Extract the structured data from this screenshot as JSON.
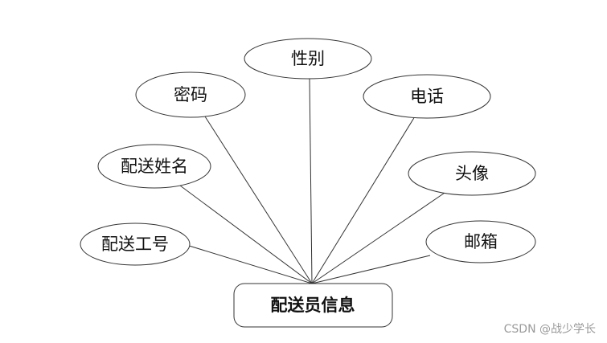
{
  "entity": {
    "label": "配送员信息"
  },
  "attributes": [
    {
      "id": "xingbie",
      "label": "性别"
    },
    {
      "id": "mima",
      "label": "密码"
    },
    {
      "id": "dianhua",
      "label": "电话"
    },
    {
      "id": "xingming",
      "label": "配送姓名"
    },
    {
      "id": "touxiang",
      "label": "头像"
    },
    {
      "id": "gonghao",
      "label": "配送工号"
    },
    {
      "id": "youxiang",
      "label": "邮箱"
    }
  ],
  "watermark": "CSDN @战少学长",
  "colors": {
    "stroke": "#333333",
    "text": "#111111",
    "watermark": "#9a9a9a"
  }
}
